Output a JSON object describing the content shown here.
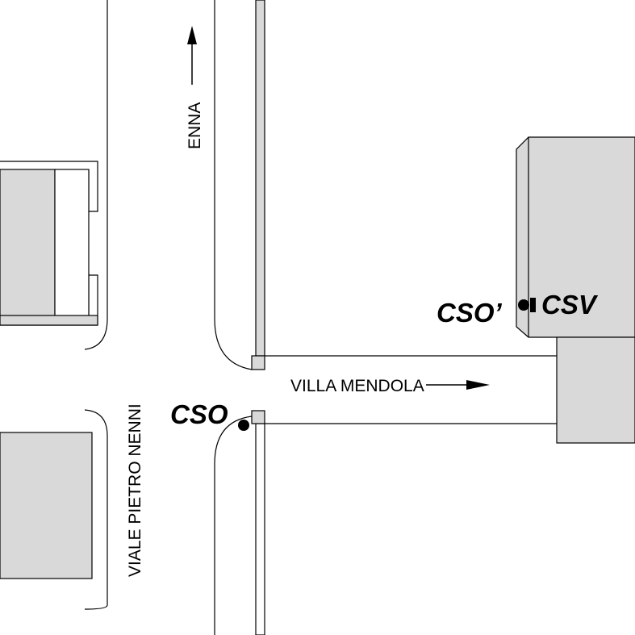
{
  "map": {
    "streets": {
      "north_label": "ENNA",
      "east_label": "VILLA MENDOLA",
      "west_label": "VIALE PIETRO NENNI"
    },
    "points": {
      "cso": "CSO",
      "cso_prime": "CSO’",
      "csv": "CSV"
    },
    "colors": {
      "building_fill": "#d9d9d9",
      "line": "#000000",
      "background": "#ffffff"
    }
  }
}
